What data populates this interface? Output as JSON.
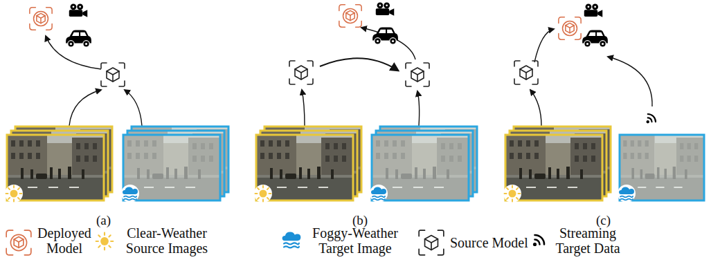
{
  "diagram": {
    "labels": [
      "(a)",
      "(b)",
      "(c)"
    ],
    "legend": [
      {
        "text": "Deployed Model"
      },
      {
        "text": "Clear-Weather Source Images"
      },
      {
        "text": "Foggy-Weather Target Image"
      },
      {
        "text": "Source Model"
      },
      {
        "text": "Streaming Target Data"
      }
    ]
  }
}
